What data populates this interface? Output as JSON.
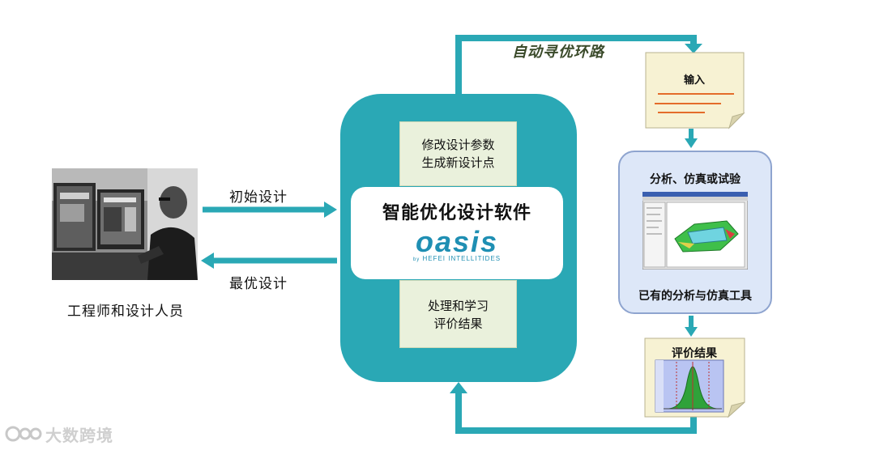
{
  "engineer": {
    "caption": "工程师和设计人员"
  },
  "arrows": {
    "initial_design": "初始设计",
    "optimal_design": "最优设计",
    "auto_loop": "自动寻优环路"
  },
  "software": {
    "title": "智能优化设计软件",
    "logo_text": "oasis",
    "logo_sub_prefix": "by",
    "logo_sub": "HEFEI INTELLITIDES",
    "top_box": [
      "修改设计参数",
      "生成新设计点"
    ],
    "bottom_box": [
      "处理和学习",
      "评价结果"
    ]
  },
  "input_doc": {
    "title": "输入"
  },
  "analysis": {
    "title": "分析、仿真或试验",
    "caption": "已有的分析与仿真工具"
  },
  "result_doc": {
    "title": "评价结果"
  },
  "watermark": {
    "text": "大数跨境"
  },
  "colors": {
    "teal": "#2aa8b5",
    "green_box": "#eaf1dc",
    "note": "#f7f2d3",
    "panel": "#dde7f8",
    "orange_line": "#e46c2a",
    "logo_blue": "#1f8fb3"
  }
}
